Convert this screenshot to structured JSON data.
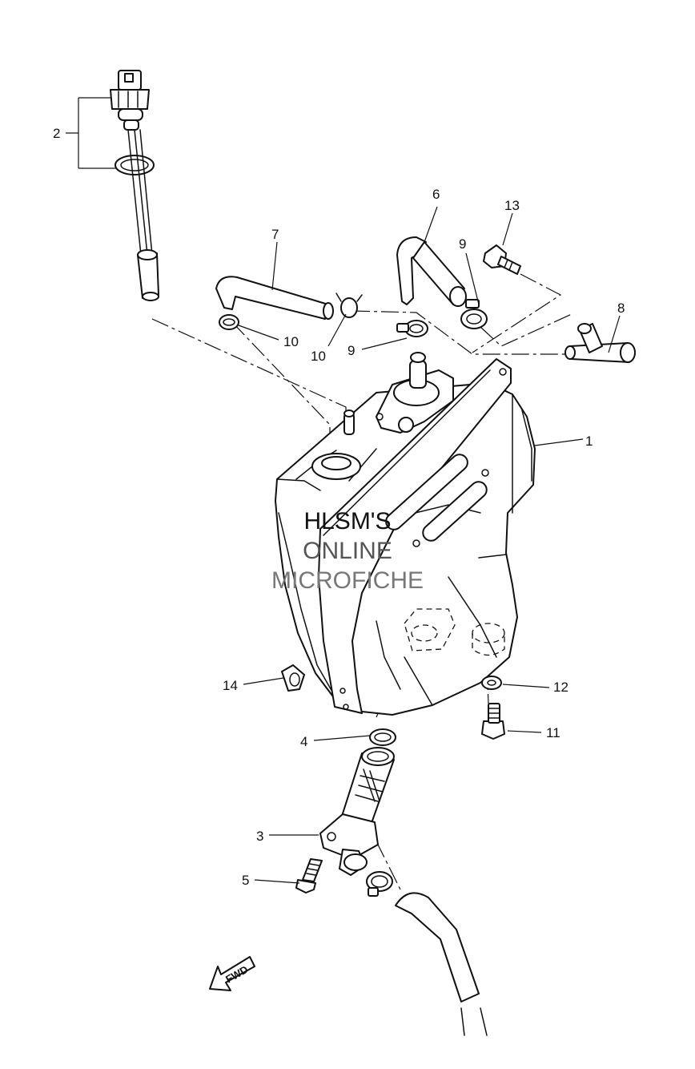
{
  "watermark": {
    "line1": "HLSM'S",
    "line2": "ONLINE",
    "line3": "MICROFICHE",
    "colors": {
      "line1": "#111111",
      "line2": "#555555",
      "line3": "#777777"
    }
  },
  "direction_marker": {
    "text": "FWD",
    "icon": "arrow-icon"
  },
  "callouts": {
    "c1": "1",
    "c2": "2",
    "c3": "3",
    "c4": "4",
    "c5": "5",
    "c6": "6",
    "c7": "7",
    "c8": "8",
    "c9a": "9",
    "c9b": "9",
    "c10a": "10",
    "c10b": "10",
    "c11": "11",
    "c12": "12",
    "c13": "13",
    "c14": "14"
  }
}
